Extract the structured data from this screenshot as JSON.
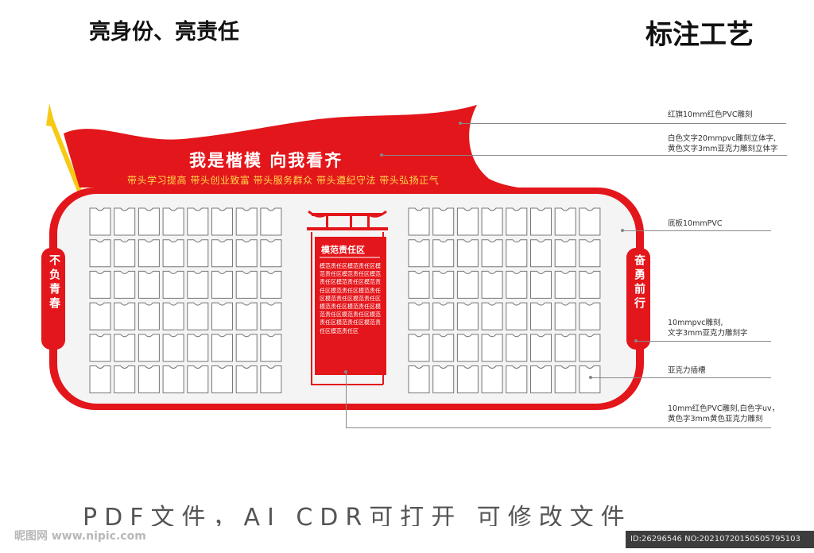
{
  "heading_left": "亮身份、亮责任",
  "heading_right": "标注工艺",
  "flag": {
    "title": "我是楷模    向我看齐",
    "subtitle": "带头学习提高  带头创业致富  带头服务群众  带头遵纪守法  带头弘扬正气"
  },
  "side_left": "不负青春",
  "side_right": "奋勇前行",
  "panel": {
    "heading": "模范责任区",
    "body": "模范责任区模范责任区模范责任区模范责任区模范责任区模范责任区模范责任区模范责任区模范责任区模范责任区模范责任区模范责任区模范责任区模范责任区模范责任区模范责任区模范责任区模范责任区模范责任区"
  },
  "callouts": [
    {
      "text": "红旗10mm红色PVC雕刻"
    },
    {
      "text": "白色文字20mmpvc雕刻立体字,\n黄色文字3mm亚克力雕刻立体字"
    },
    {
      "text": "底板10mmPVC"
    },
    {
      "text": "10mmpvc雕刻,\n文字3mm亚克力雕刻字"
    },
    {
      "text": "亚克力插槽"
    },
    {
      "text": "10mm红色PVC雕刻,白色字uv，\n黄色字3mm黄色亚克力雕刻"
    }
  ],
  "footer": "PDF文件，AI  CDR可打开  可修改文件",
  "watermark_left": "昵图网 www.nipic.com",
  "watermark_right": "ID:26296546 NO:20210720150505795103",
  "colors": {
    "red": "#e3161b",
    "yellow": "#f6c915",
    "board_bg": "#f5f4f4",
    "slot": "#777777"
  }
}
